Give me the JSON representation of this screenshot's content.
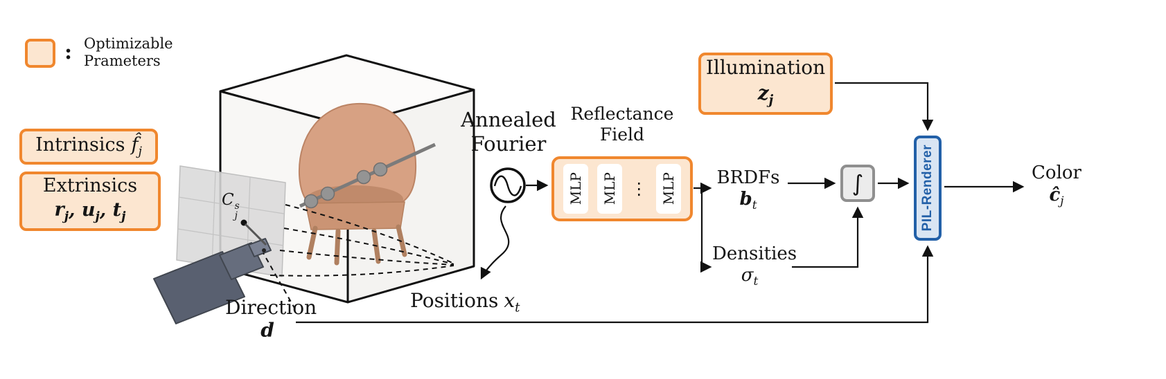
{
  "legend": {
    "colon": ":",
    "line1": "Optimizable",
    "line2": "Prameters"
  },
  "intrinsics": {
    "title": "Intrinsics",
    "sym": "f̂",
    "sub": "j"
  },
  "extrinsics": {
    "title": "Extrinsics",
    "p1": "r",
    "s1": "j",
    "p2": ", u",
    "s2": "j",
    "p3": ", t",
    "s3": "j"
  },
  "illumination": {
    "title": "Illumination",
    "sym": "z",
    "sub": "j"
  },
  "camera_center": {
    "sym": "C",
    "sup": "s",
    "sub": "j"
  },
  "direction": {
    "title": "Direction",
    "sym": "d"
  },
  "positions": {
    "text": "Positions",
    "sym": "x",
    "sub": "t"
  },
  "annealed": {
    "line1": "Annealed",
    "line2": "Fourier"
  },
  "reflectance": {
    "line1": "Reflectance",
    "line2": "Field",
    "mlp": "MLP",
    "dots": "⋮"
  },
  "brdfs": {
    "title": "BRDFs",
    "sym": "b",
    "sub": "t"
  },
  "densities": {
    "title": "Densities",
    "sym": "σ",
    "sub": "t"
  },
  "integral": {
    "sym": "∫"
  },
  "renderer": {
    "label": "PIL-Renderer"
  },
  "color_out": {
    "title": "Color",
    "sym": "ĉ",
    "sub": "j"
  },
  "colors": {
    "accent_orange": "#F0872E",
    "box_fill_peach": "#FCE6D0",
    "renderer_blue": "#2260A8",
    "renderer_fill_blue": "#D9E5F3",
    "integral_border_gray": "#8F8F8F"
  }
}
